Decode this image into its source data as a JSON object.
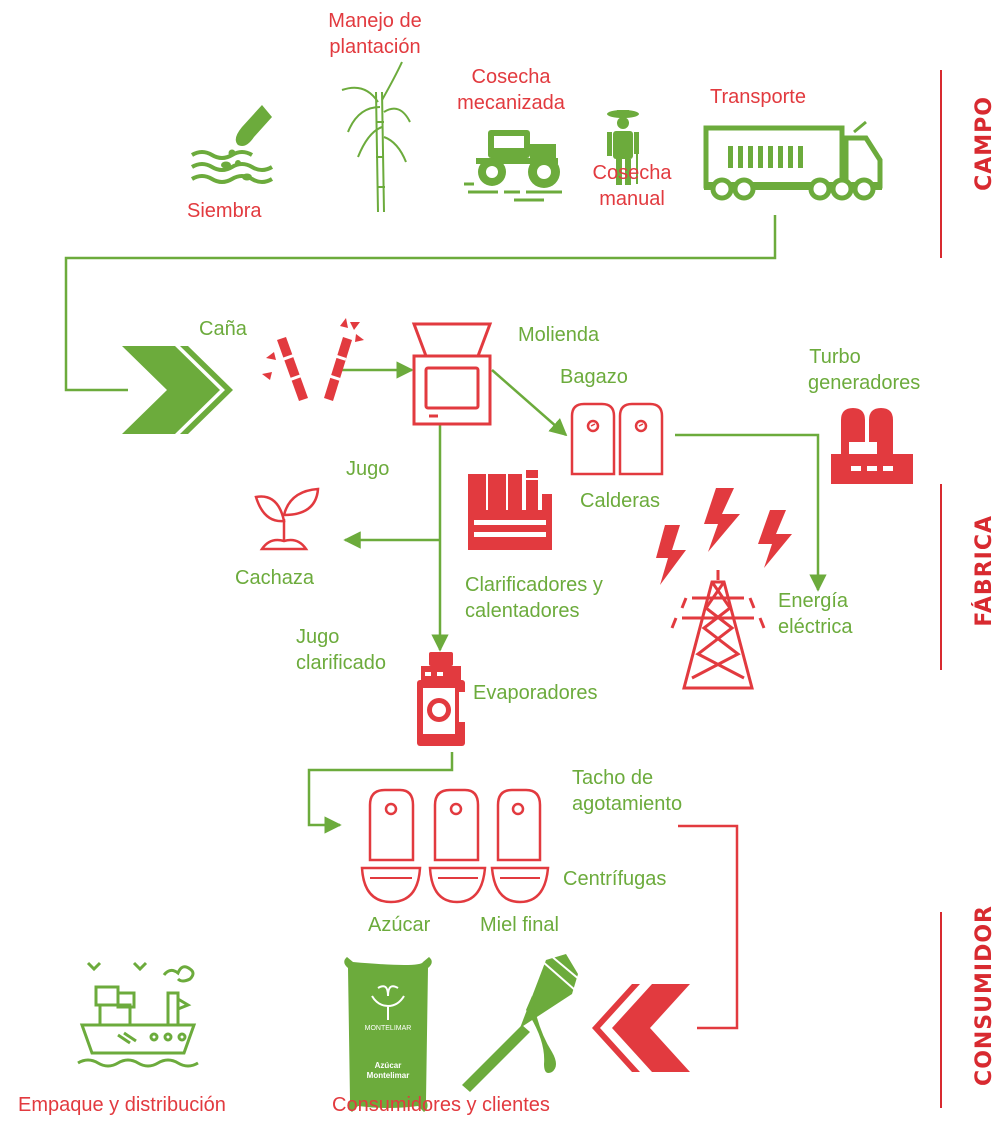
{
  "colors": {
    "green": "#6cab3c",
    "red": "#e23a3f",
    "section": "#d82a30"
  },
  "sections": {
    "campo": "CAMPO",
    "fabrica": "FÁBRICA",
    "consumidor": "CONSUMIDOR"
  },
  "labels": {
    "siembra": "Siembra",
    "manejo_1": "Manejo de",
    "manejo_2": "plantación",
    "cosecha_mec_1": "Cosecha",
    "cosecha_mec_2": "mecanizada",
    "cosecha_man_1": "Cosecha",
    "cosecha_man_2": "manual",
    "transporte": "Transporte",
    "cana": "Caña",
    "molienda": "Molienda",
    "bagazo": "Bagazo",
    "turbo_1": "Turbo",
    "turbo_2": "generadores",
    "jugo": "Jugo",
    "calderas": "Calderas",
    "cachaza": "Cachaza",
    "clarif_1": "Clarificadores y",
    "clarif_2": "calentadores",
    "energia_1": "Energía",
    "energia_2": "eléctrica",
    "jugo_clar_1": "Jugo",
    "jugo_clar_2": "clarificado",
    "evaporadores": "Evaporadores",
    "tacho_1": "Tacho de",
    "tacho_2": "agotamiento",
    "centrifugas": "Centrífugas",
    "azucar": "Azúcar",
    "miel": "Miel final",
    "empaque": "Empaque y distribución",
    "consumidores": "Consumidores y clientes"
  },
  "bag": {
    "brand": "MONTELIMAR",
    "line1": "Azúcar",
    "line2": "Montelimar"
  },
  "icons": [
    "sowing-hand-icon",
    "cane-plant-icon",
    "tractor-icon",
    "farmer-icon",
    "truck-icon",
    "double-chevron-right-icon",
    "cane-stalks-icon",
    "mill-icon",
    "boilers-icon",
    "turbo-generator-icon",
    "sprout-icon",
    "factory-icon",
    "power-tower-icon",
    "lightning-icon",
    "evaporator-icon",
    "centrifuge-icon",
    "double-chevron-left-icon",
    "ship-icon",
    "sugar-bag-icon",
    "honey-dipper-icon"
  ]
}
